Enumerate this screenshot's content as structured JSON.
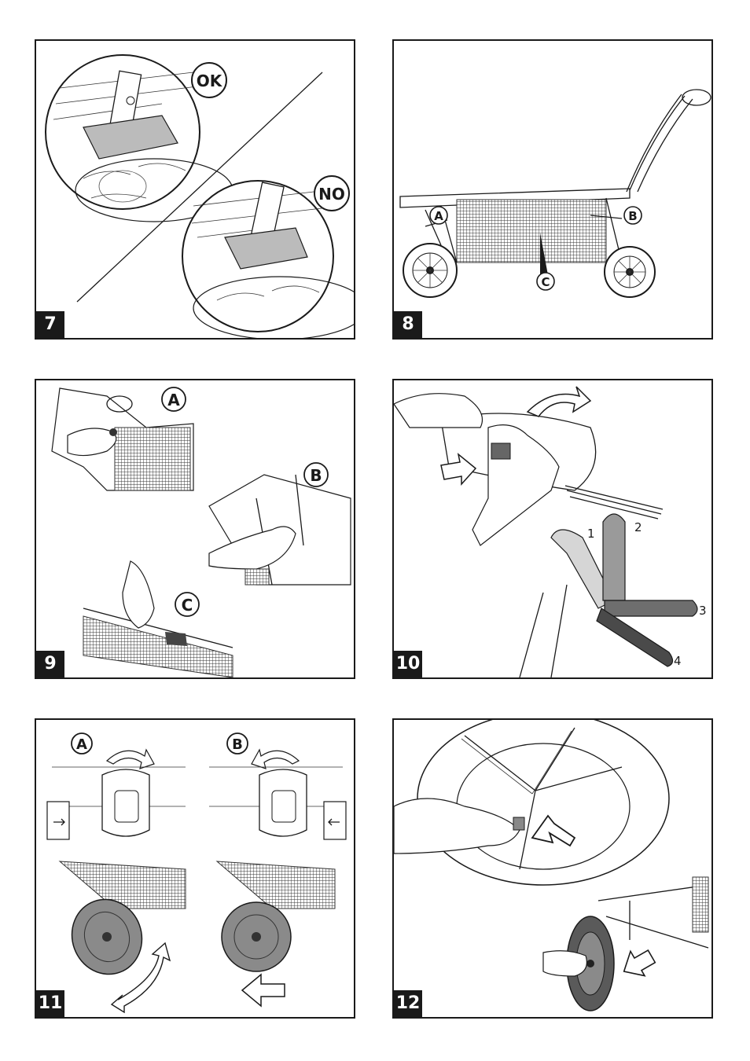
{
  "panels": [
    {
      "number": "7",
      "labels": {
        "ok": "OK",
        "no": "NO"
      }
    },
    {
      "number": "8",
      "labels": {
        "a": "A",
        "b": "B",
        "c": "C"
      }
    },
    {
      "number": "9",
      "labels": {
        "a": "A",
        "b": "B",
        "c": "C"
      }
    },
    {
      "number": "10",
      "positions": [
        "1",
        "2",
        "3",
        "4"
      ]
    },
    {
      "number": "11",
      "labels": {
        "a": "A",
        "b": "B"
      }
    },
    {
      "number": "12"
    }
  ],
  "colors": {
    "ink": "#1a1a1a",
    "wheel_gray": "#8a8a8a",
    "handle_gray": "#9a9a9a",
    "handle_dark": "#5a5a5a"
  }
}
